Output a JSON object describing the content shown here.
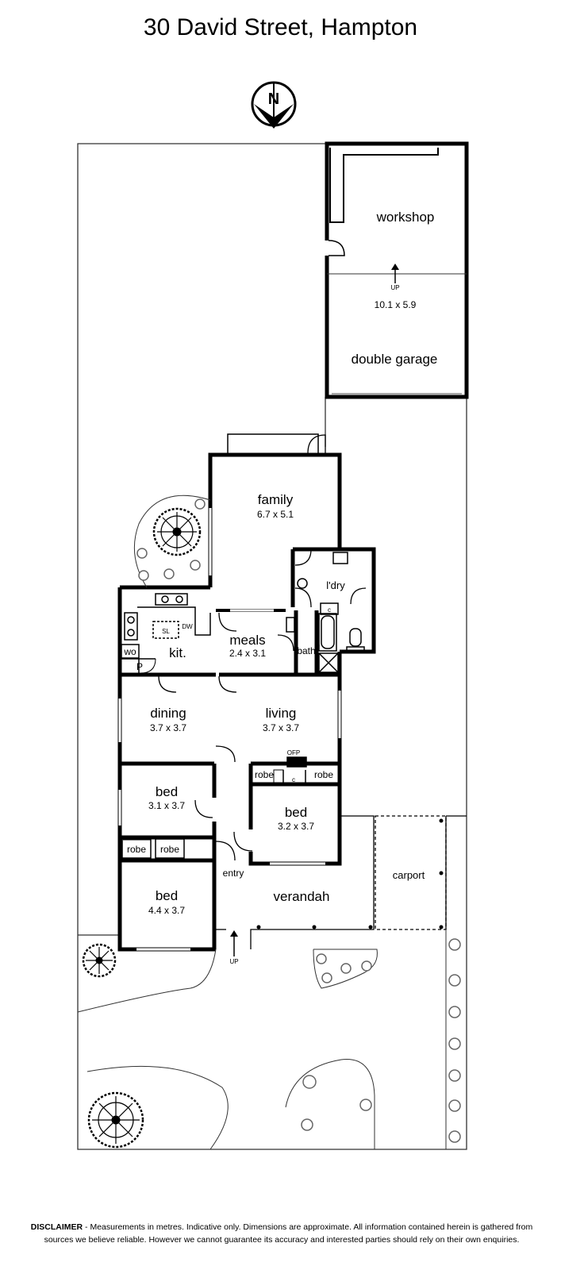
{
  "title": "30 David Street, Hampton",
  "compass_letter": "N",
  "rooms": {
    "workshop": "workshop",
    "garage_dim": "10.1 x 5.9",
    "garage": "double garage",
    "up_garage": "UP",
    "family": "family",
    "family_dim": "6.7 x 5.1",
    "laundry": "l'dry",
    "laundry_c": "c",
    "bath": "bath",
    "kitchen": "kit.",
    "sl": "SL",
    "dw": "DW",
    "wo": "wo",
    "pantry": "P",
    "meals": "meals",
    "meals_dim": "2.4 x 3.1",
    "dining": "dining",
    "dining_dim": "3.7 x 3.7",
    "living": "living",
    "living_dim": "3.7 x 3.7",
    "ofp": "OFP",
    "robe_1": "robe",
    "robe_2": "robe",
    "robe_c": "c",
    "bed_1": "bed",
    "bed_1_dim": "3.1 x 3.7",
    "bed_2": "bed",
    "bed_2_dim": "3.2 x 3.7",
    "robe_3": "robe",
    "robe_4": "robe",
    "bed_3": "bed",
    "bed_3_dim": "4.4 x 3.7",
    "entry": "entry",
    "verandah": "verandah",
    "carport": "carport",
    "up_entry": "UP"
  },
  "disclaimer": {
    "heading": "DISCLAIMER",
    "text": " - Measurements in metres. Indicative only. Dimensions are approximate. All information contained herein is gathered from sources we believe reliable. However we cannot guarantee its accuracy and interested parties should rely on their own enquiries."
  },
  "colors": {
    "wall": "#000000",
    "line": "#333333",
    "shrub": "#666666"
  }
}
